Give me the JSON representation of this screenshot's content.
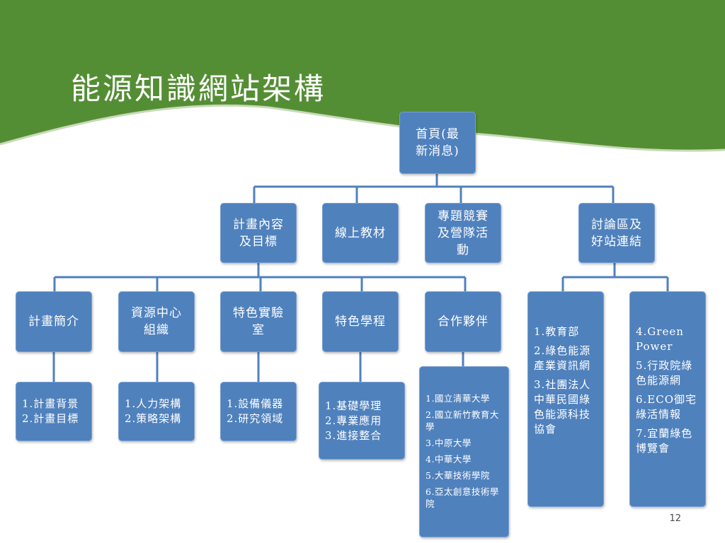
{
  "title": "能源知識網站架構",
  "page_number": "12",
  "colors": {
    "banner": "#548e34",
    "box": "#4f81bd",
    "connector": "#4f81bd",
    "text": "#ffffff"
  },
  "root": {
    "label": "首頁(最\n新消息)"
  },
  "level1": [
    {
      "label": "計畫內容\n及目標"
    },
    {
      "label": "線上教材"
    },
    {
      "label": "專題競賽\n及營隊活\n動"
    },
    {
      "label": "討論區及\n好站連結"
    }
  ],
  "level2": [
    {
      "label": "計畫簡介"
    },
    {
      "label": "資源中心\n組織"
    },
    {
      "label": "特色實驗\n室"
    },
    {
      "label": "特色學程"
    },
    {
      "label": "合作夥伴"
    }
  ],
  "level3": [
    {
      "items": [
        "1.計畫背景",
        "2.計畫目標"
      ]
    },
    {
      "items": [
        "1.人力架構",
        "2.策略架構"
      ]
    },
    {
      "items": [
        "1.設備儀器",
        "2.研究領域"
      ]
    },
    {
      "items": [
        "1.基礎學理",
        "2.專業應用",
        "3.進接整合"
      ]
    },
    {
      "items": [
        "1.國立清華大學",
        "2.國立新竹教育大學",
        "3.中原大學",
        "4.中華大學",
        "5.大華技術學院",
        "6.亞太創意技術學院"
      ]
    }
  ],
  "links": [
    {
      "items": [
        "1.教育部",
        "2.綠色能源產業資訊網",
        "3.社團法人中華民國綠色能源科技協會"
      ]
    },
    {
      "items": [
        "4.Green Power",
        "5.行政院綠色能源網",
        "6.ECO御宅綠活情報",
        "7.宜蘭綠色博覽會"
      ]
    }
  ]
}
